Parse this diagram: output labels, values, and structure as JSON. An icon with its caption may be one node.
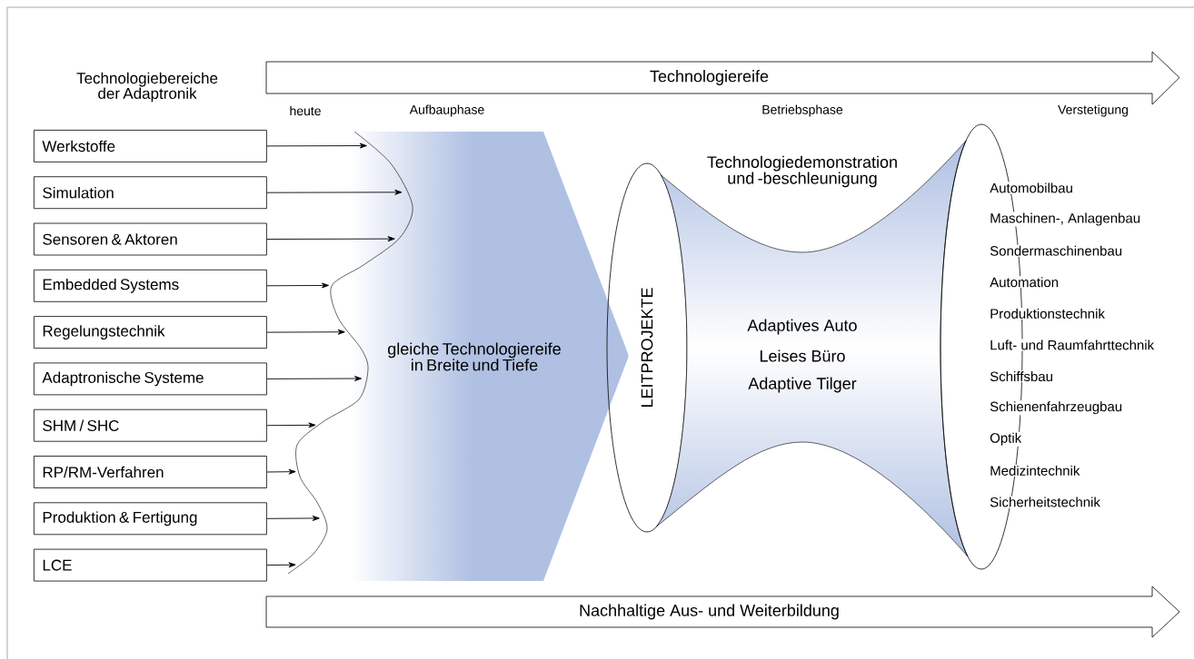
{
  "diagram": {
    "nodes": [
      {
        "text": [
          "Technologiereife"
        ]
      },
      {
        "text": [
          "Nachhaltige Aus- und Weiterbildung"
        ]
      },
      {
        "text": [
          "Werkstoffe"
        ]
      },
      {
        "text": [
          "Simulation"
        ]
      },
      {
        "text": [
          "Sensoren & Aktoren"
        ]
      },
      {
        "text": [
          "Embedded Systems"
        ]
      },
      {
        "text": [
          "Regelungstechnik"
        ]
      },
      {
        "text": [
          "Adaptronische Systeme"
        ]
      },
      {
        "text": [
          "SHM / SHC"
        ]
      },
      {
        "text": [
          "RP/RM-Verfahren"
        ]
      },
      {
        "text": [
          "Produktion & Fertigung"
        ]
      },
      {
        "text": [
          "LCE"
        ]
      },
      {
        "text": [
          "gleiche Technologiereife in Breite und Tiefe"
        ]
      },
      {
        "text": [
          "LEITPROJEKTE"
        ]
      },
      {
        "text": [
          "Technologiedemonstration und -beschleunigung",
          "Adaptives Auto",
          "Leises Büro",
          "Adaptive Tilger"
        ]
      },
      {
        "text": [],
        "shape": "ellipse"
      }
    ],
    "edges": [
      {
        "from": 2,
        "to": 12,
        "arrow": "to"
      },
      {
        "from": 3,
        "to": 12,
        "arrow": "to"
      },
      {
        "from": 4,
        "to": 12,
        "arrow": "to"
      },
      {
        "from": 5,
        "to": 12,
        "arrow": "to"
      },
      {
        "from": 6,
        "to": 12,
        "arrow": "to"
      },
      {
        "from": 7,
        "to": 12,
        "arrow": "to"
      },
      {
        "from": 8,
        "to": 12,
        "arrow": "to"
      },
      {
        "from": 9,
        "to": 12,
        "arrow": "to"
      },
      {
        "from": 10,
        "to": 12,
        "arrow": "to"
      },
      {
        "from": 11,
        "to": 12,
        "arrow": "to"
      }
    ],
    "labels": [
      "Technologiebereiche der Adaptronik",
      "heute",
      "Aufbauphase",
      "Betriebsphase",
      "Verstetigung",
      "Automobilbau",
      "Maschinen-, Anlagenbau",
      "Sondermaschinenbau",
      "Automation",
      "Produktionstechnik",
      "Luft- und Raumfahrttechnik",
      "Schiffsbau",
      "Schienenfahrzeugbau",
      "Optik",
      "Medizintechnik",
      "Sicherheitstechnik"
    ]
  }
}
